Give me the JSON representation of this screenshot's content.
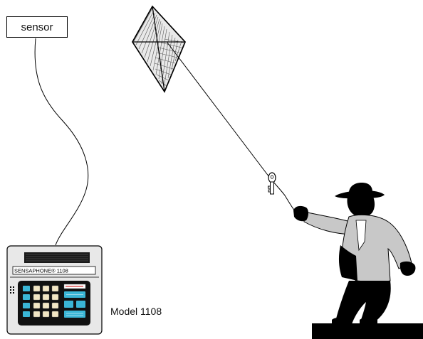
{
  "labels": {
    "sensor": "sensor",
    "model": "Model 1108"
  },
  "device": {
    "brand_text": "SENSAPHONE® 1108"
  },
  "colors": {
    "line": "#000000",
    "person_fill": "#000000",
    "person_light": "#c8c8c8",
    "device_body": "#e6e6e6",
    "keypad_bg": "#111111",
    "key_color": "#f2e6c4",
    "display_color": "#3ab6d6"
  },
  "icons": {
    "kite": "kite-icon",
    "key": "key-icon",
    "person": "person-silhouette-icon",
    "device": "sensaphone-device-icon"
  }
}
